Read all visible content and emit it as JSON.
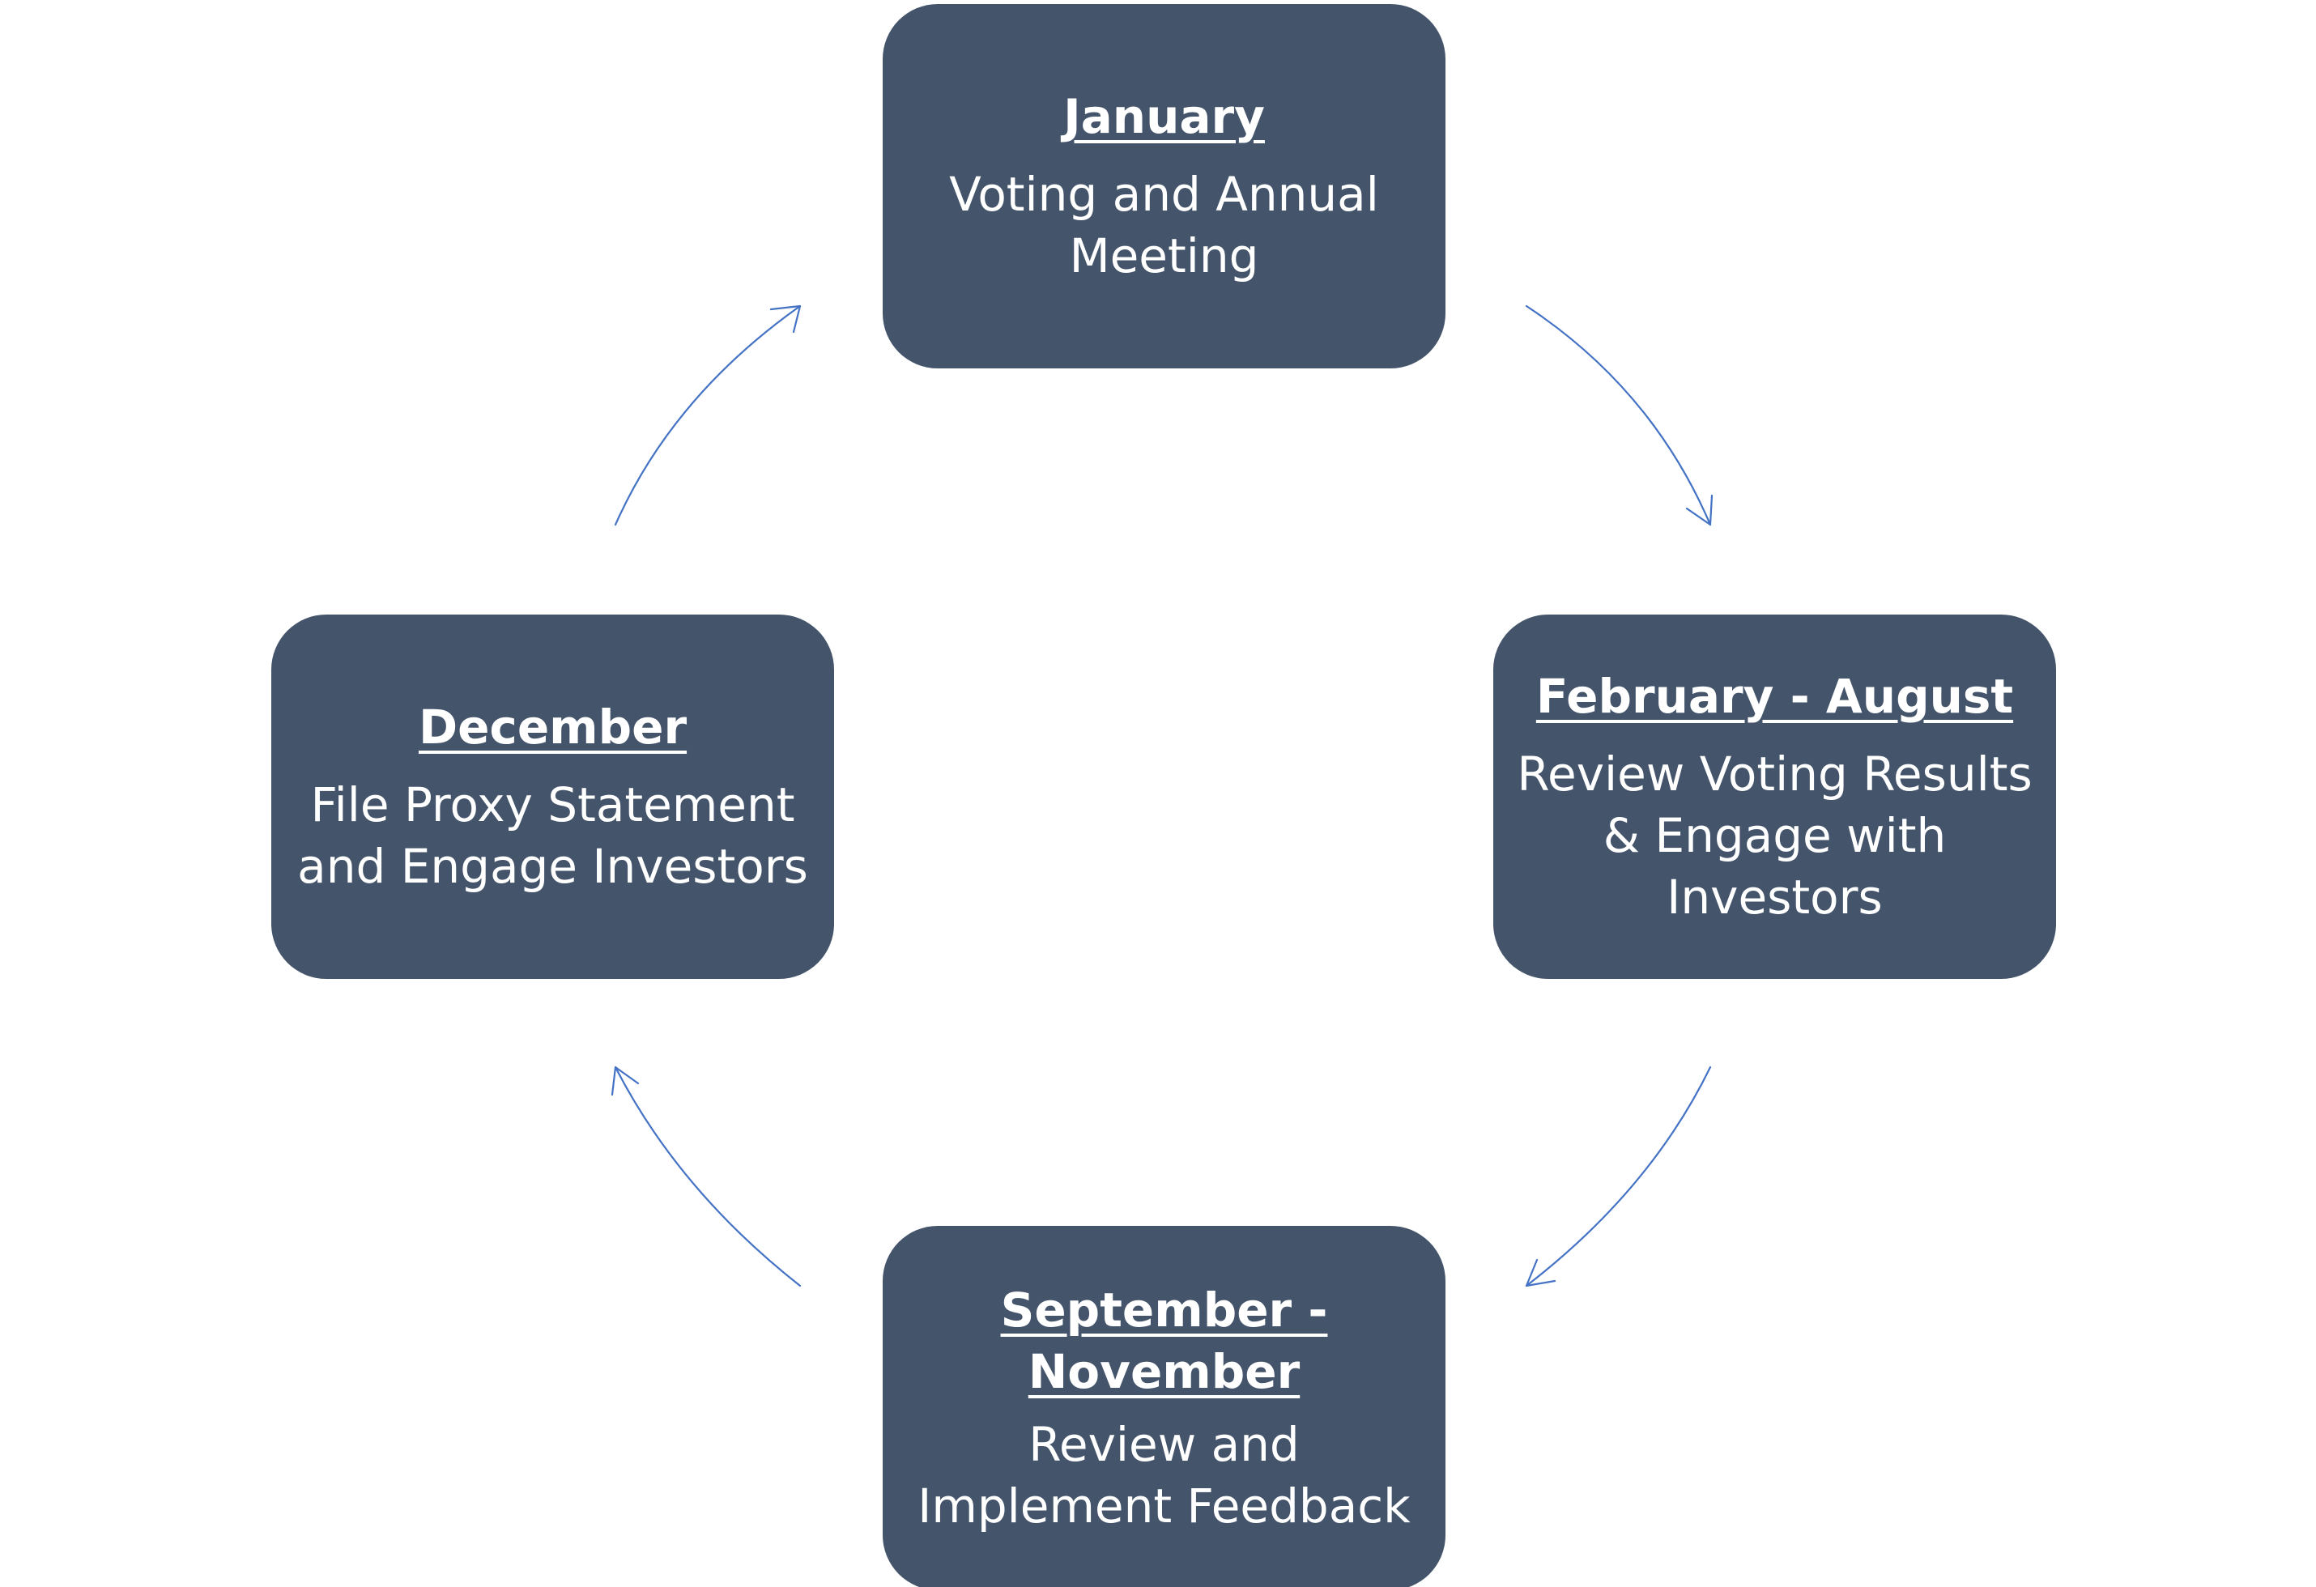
{
  "steps": [
    {
      "title": "January",
      "description": "Voting and Annual\nMeeting"
    },
    {
      "title": "February - August",
      "description": "Review Voting Results\n& Engage with\nInvestors"
    },
    {
      "title": "September -\nNovember",
      "description": "Review and\nImplement Feedback"
    },
    {
      "title": "December",
      "description": "File Proxy Statement\nand Engage Investors"
    }
  ],
  "colors": {
    "box_fill": "#44546a",
    "box_text": "#ffffff",
    "arrow": "#4472c4"
  }
}
